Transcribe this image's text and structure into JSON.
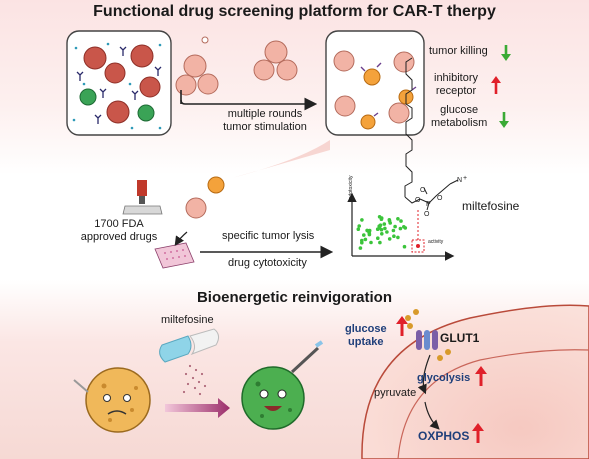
{
  "header": {
    "title": "Functional drug screening platform for CAR-T therpy",
    "title2": "Bioenergetic reinvigoration"
  },
  "stimulation": {
    "label_line1": "multiple rounds",
    "label_line2": "tumor stimulation"
  },
  "outcomes": {
    "tumor_killing": "tumor killing",
    "inhibitory_line1": "inhibitory",
    "inhibitory_line2": "receptor",
    "glucose_line1": "glucose",
    "glucose_line2": "metabolism"
  },
  "screen": {
    "drugs_line1": "1700 FDA",
    "drugs_line2": "approved drugs",
    "lysis": "specific tumor lysis",
    "cytotox": "drug cytotoxicity",
    "y_axis": "cytotoxicity",
    "x_axis": "activity",
    "compound": "miltefosine"
  },
  "metabolism": {
    "drug": "miltefosine",
    "uptake_line1": "glucose",
    "uptake_line2": "uptake",
    "transporter": "GLUT1",
    "glycolysis": "glycolysis",
    "pyruvate": "pyruvate",
    "oxphos": "OXPHOS"
  },
  "colors": {
    "up_arrow": "#e0202a",
    "down_arrow": "#3aaa35",
    "tumor": "#e89a88",
    "tcell": "#f0a24a",
    "scatter": "#3bc43b"
  }
}
